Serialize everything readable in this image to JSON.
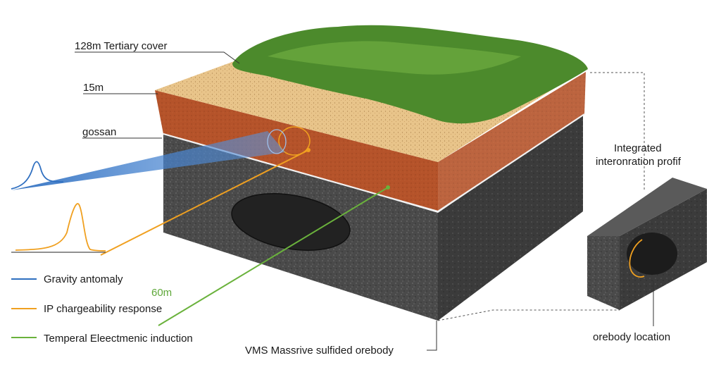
{
  "labels": {
    "tertiary_cover": "128m Tertiary cover",
    "depth_15m": "15m",
    "gossan": "gossan",
    "depth_60m": "60m",
    "integrated_line1": "Integrated",
    "integrated_line2": "interonration profif",
    "orebody_location": "orebody location",
    "vms_orebody": "VMS Massrive sulfided orebody"
  },
  "legend": [
    {
      "label": "Gravity antomaly",
      "color": "#2f6fc0"
    },
    {
      "label": "IP chargeability response",
      "color": "#f0a020"
    },
    {
      "label": "Temperal Eleectmenic induction",
      "color": "#6ab23c"
    }
  ],
  "colors": {
    "gravity": "#2f6fc0",
    "ip": "#f0a020",
    "tem": "#6ab23c",
    "sand": "#e8c48a",
    "laterite": "#b5532a",
    "rock": "#4a4a4a",
    "orebody": "#222222",
    "vegetation": "#4c8a2c"
  },
  "icons": {
    "vegetation": "grass-cover",
    "orebody": "dark-ellipse"
  }
}
